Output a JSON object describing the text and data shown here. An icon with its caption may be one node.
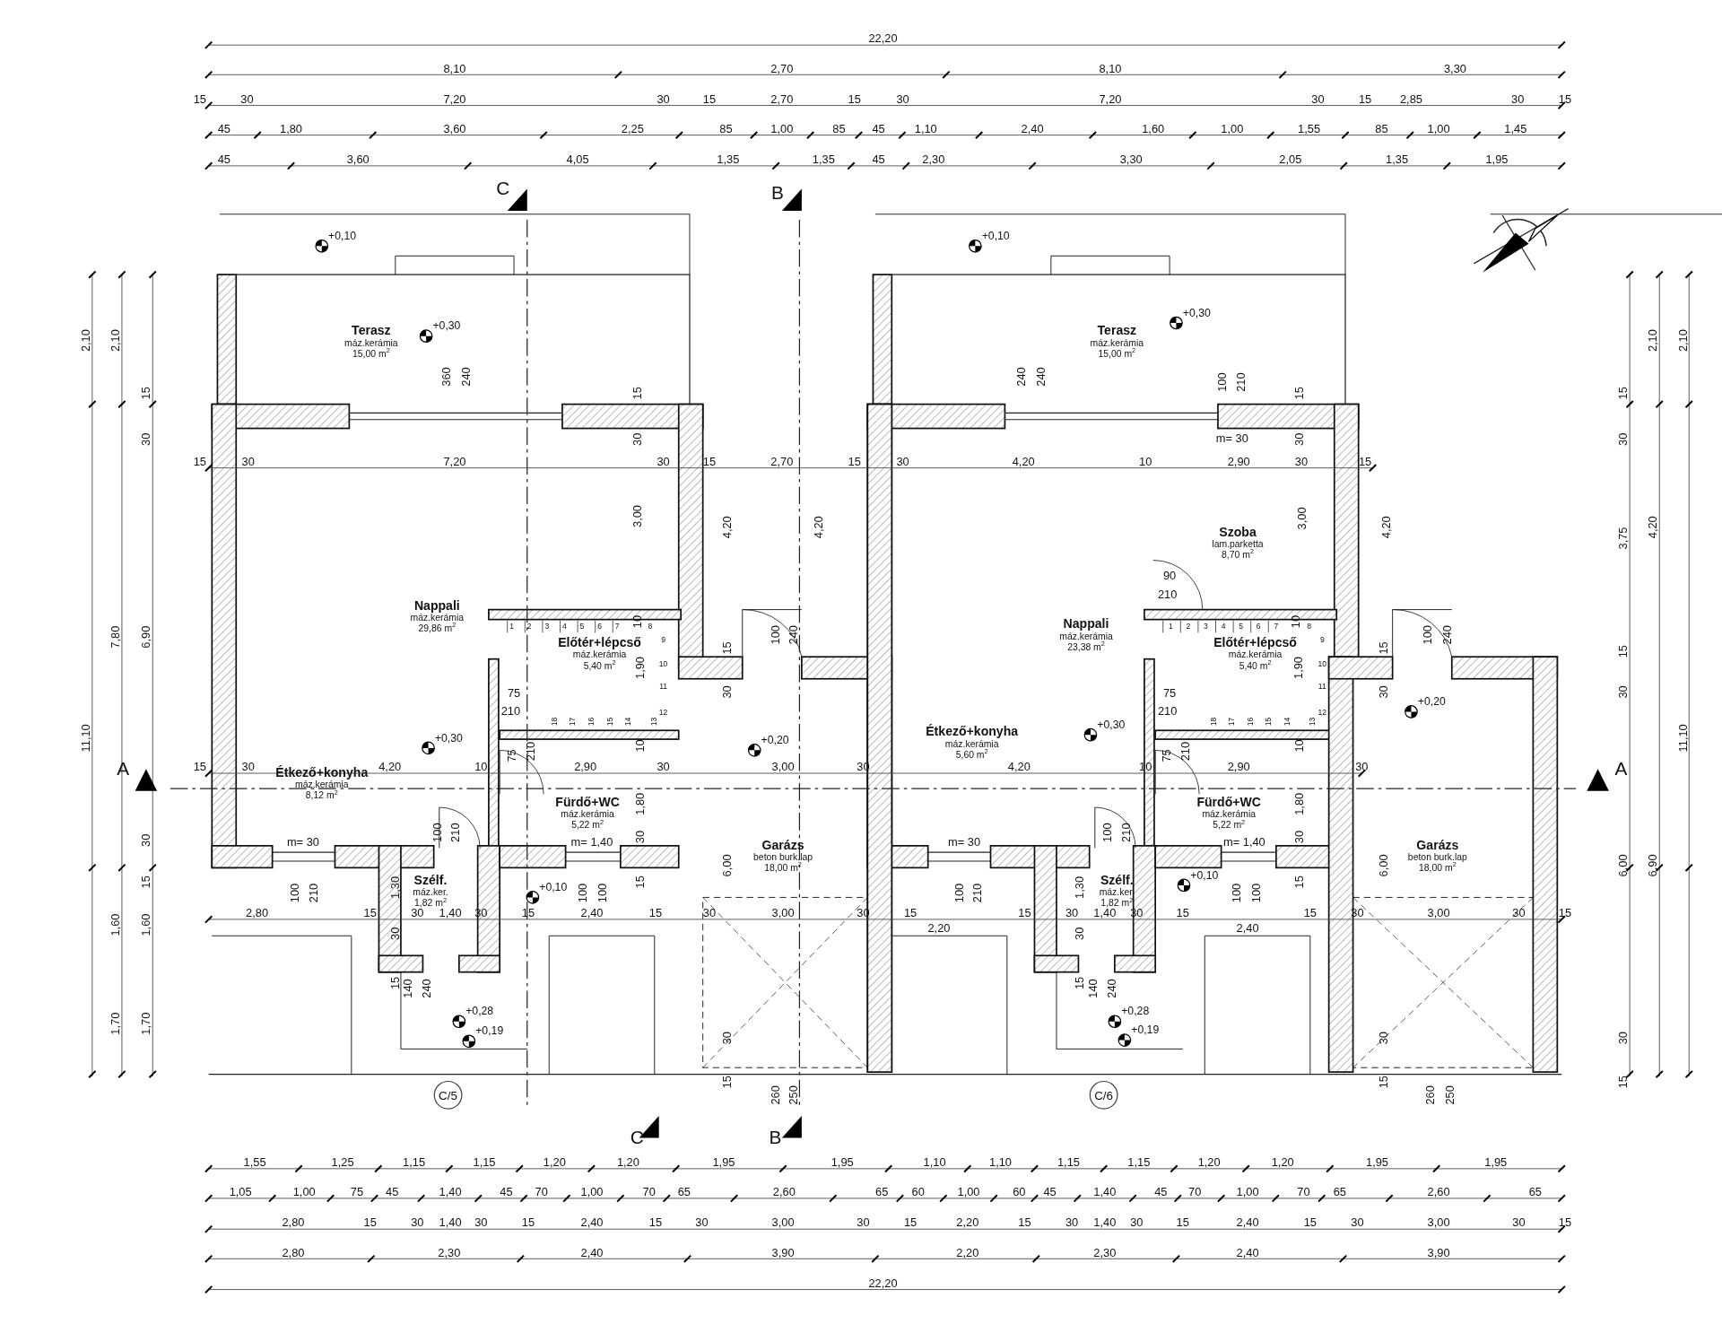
{
  "diagram": {
    "nodes": [
      {
        "text": [
          "Terasz",
          "máz.kerámia",
          "15,00 m$^{2}$"
        ]
      },
      {
        "text": [
          "Nappali",
          "máz.kerámia",
          "29,86 m$^{2}$"
        ]
      },
      {
        "text": [
          "Előtér+lépcső",
          "máz.kerámia",
          "5,40 m$^{2}$"
        ]
      },
      {
        "text": [
          "Étkező+konyha",
          "máz.kerámia",
          "8,12 m$^{2}$"
        ]
      },
      {
        "text": [
          "Fürdő+WC",
          "máz.kerámia",
          "5,22 m$^{2}$"
        ]
      },
      {
        "text": [
          "Szélf.",
          "máz.ker.",
          "1,82 m$^{2}$"
        ]
      },
      {
        "text": [
          "Garázs",
          "beton burk.lap",
          "18,00 m$^{2}$"
        ]
      },
      {
        "text": [
          "Terasz",
          "máz.kerámia",
          "15,00 m$^{2}$"
        ]
      },
      {
        "text": [
          "Szoba",
          "lam.parketta",
          "8,70 m$^{2}$"
        ]
      },
      {
        "text": [
          "Nappali",
          "máz.kerámia",
          "23,38 m$^{2}$"
        ]
      },
      {
        "text": [
          "Előtér+lépcső",
          "máz.kerámia",
          "5,40 m$^{2}$"
        ]
      },
      {
        "text": [
          "Étkező+konyha",
          "máz.kerámia",
          "5,60 m$^{2}$"
        ]
      },
      {
        "text": [
          "Fürdő+WC",
          "máz.kerámia",
          "5,22 m$^{2}$"
        ]
      },
      {
        "text": [
          "Szélf.",
          "máz.ker.",
          "1,82 m$^{2}$"
        ]
      },
      {
        "text": [
          "Garázs",
          "beton burk.lap",
          "18,00 m$^{2}$"
        ]
      }
    ],
    "labels": [
      "22,20",
      "8,10",
      "2,70",
      "8,10",
      "3,30",
      "15",
      "30",
      "7,20",
      "30",
      "15",
      "2,70",
      "15",
      "30",
      "7,20",
      "30",
      "15",
      "2,85",
      "30",
      "15",
      "45",
      "1,80",
      "3,60",
      "2,25",
      "85",
      "1,00",
      "85",
      "45",
      "1,10",
      "2,40",
      "1,60",
      "1,00",
      "1,55",
      "85",
      "1,00",
      "1,45",
      "45",
      "3,60",
      "4,05",
      "1,35",
      "1,35",
      "45",
      "2,30",
      "3,30",
      "2,05",
      "1,35",
      "1,95",
      "C",
      "B",
      "+0,10",
      "+0,10",
      "+0,30",
      "+0,30",
      "2,10",
      "2,10",
      "15",
      "30",
      "7,80",
      "6,90",
      "11,10",
      "30",
      "15",
      "1,60",
      "1,60",
      "1,70",
      "1,70",
      "2,10",
      "2,10",
      "15",
      "30",
      "3,75",
      "4,20",
      "15",
      "30",
      "11,10",
      "6,00",
      "6,90",
      "30",
      "15",
      "360",
      "240",
      "15",
      "30",
      "240",
      "240",
      "100",
      "210",
      "15",
      "30",
      "m= 30",
      "15",
      "30",
      "7,20",
      "30",
      "15",
      "2,70",
      "15",
      "30",
      "4,20",
      "10",
      "2,90",
      "30",
      "15",
      "3,00",
      "4,20",
      "4,20",
      "3,00",
      "4,20",
      "90",
      "210",
      "1",
      "2",
      "3",
      "4",
      "5",
      "6",
      "7",
      "8",
      "9",
      "10",
      "11",
      "12",
      "18",
      "17",
      "16",
      "15",
      "14",
      "13",
      "10",
      "1",
      "2",
      "3",
      "4",
      "5",
      "6",
      "7",
      "8",
      "9",
      "10",
      "11",
      "12",
      "18",
      "17",
      "16",
      "15",
      "14",
      "13",
      "10",
      "1,90",
      "1,90",
      "100",
      "240",
      "15",
      "30",
      "100",
      "240",
      "15",
      "30",
      "75",
      "210",
      "75",
      "210",
      "+0,30",
      "+0,30",
      "+0,20",
      "+0,20",
      "15",
      "30",
      "4,20",
      "10",
      "2,90",
      "30",
      "3,00",
      "30",
      "4,20",
      "10",
      "2,90",
      "30",
      "75",
      "210",
      "10",
      "75",
      "210",
      "10",
      "A",
      "A",
      "1,80",
      "30",
      "1,80",
      "30",
      "100",
      "210",
      "100",
      "210",
      "m= 30",
      "m= 1,40",
      "m= 30",
      "m= 1,40",
      "6,00",
      "6,00",
      "1,30",
      "1,30",
      "+0,10",
      "+0,10",
      "100",
      "210",
      "100",
      "100",
      "15",
      "100",
      "210",
      "100",
      "100",
      "15",
      "2,80",
      "15",
      "30",
      "1,40",
      "30",
      "15",
      "2,40",
      "15",
      "30",
      "3,00",
      "30",
      "15",
      "2,20",
      "15",
      "30",
      "1,40",
      "30",
      "15",
      "2,40",
      "15",
      "30",
      "3,00",
      "30",
      "15",
      "30",
      "15",
      "140",
      "240",
      "30",
      "15",
      "140",
      "240",
      "+0,28",
      "+0,19",
      "+0,28",
      "+0,19",
      "30",
      "15",
      "260",
      "250",
      "30",
      "15",
      "260",
      "250",
      "C/5",
      "C/6",
      "C",
      "B",
      "1,55",
      "1,25",
      "1,15",
      "1,15",
      "1,20",
      "1,20",
      "1,95",
      "1,95",
      "1,10",
      "1,10",
      "1,15",
      "1,15",
      "1,20",
      "1,20",
      "1,95",
      "1,95",
      "1,05",
      "1,00",
      "75",
      "45",
      "1,40",
      "45",
      "70",
      "1,00",
      "70",
      "65",
      "2,60",
      "65",
      "60",
      "1,00",
      "60",
      "45",
      "1,40",
      "45",
      "70",
      "1,00",
      "70",
      "65",
      "2,60",
      "65",
      "2,80",
      "15",
      "30",
      "1,40",
      "30",
      "15",
      "2,40",
      "15",
      "30",
      "3,00",
      "30",
      "15",
      "2,20",
      "15",
      "30",
      "1,40",
      "30",
      "15",
      "2,40",
      "15",
      "30",
      "3,00",
      "30",
      "15",
      "2,80",
      "2,30",
      "2,40",
      "3,90",
      "2,20",
      "2,30",
      "2,40",
      "3,90",
      "22,20"
    ]
  }
}
